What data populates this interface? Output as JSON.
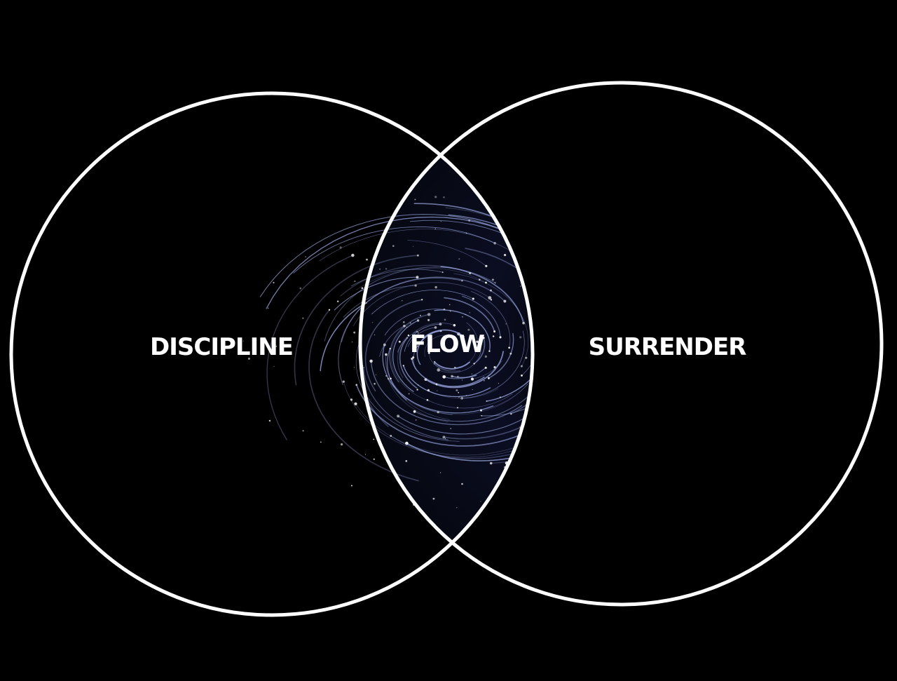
{
  "diagram": {
    "type": "venn",
    "colors": {
      "background": "#000000",
      "outline": "#ffffff",
      "label": "#ffffff",
      "intersection_base": "#05060c",
      "intersection_swirl": "#9aa6e0"
    },
    "sets": [
      {
        "id": "left",
        "label": "DISCIPLINE"
      },
      {
        "id": "right",
        "label": "SURRENDER"
      }
    ],
    "intersection": {
      "label": "FLOW",
      "fill": "swirling light-trail vortex"
    }
  }
}
